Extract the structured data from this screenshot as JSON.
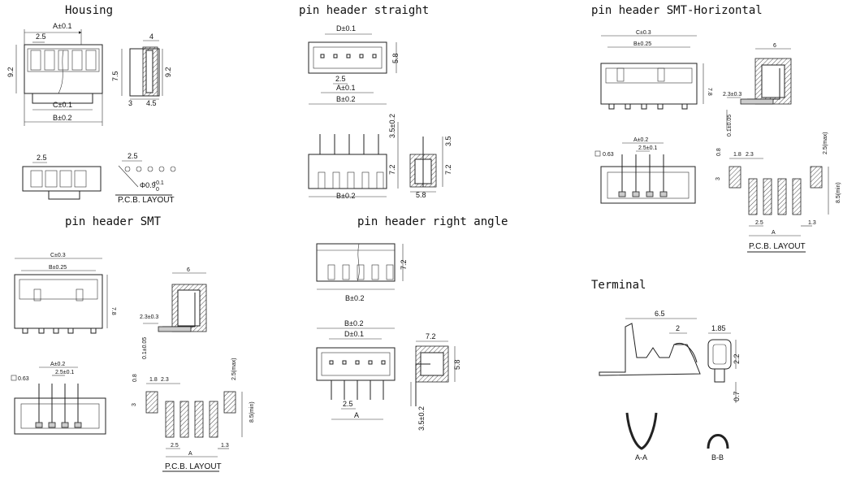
{
  "titles": {
    "housing": "Housing",
    "straight": "pin header straight",
    "smt_horizontal": "pin header SMT-Horizontal",
    "smt": "pin header SMT",
    "right_angle": "pin header right angle",
    "terminal": "Terminal"
  },
  "housing": {
    "a": "A±0.1",
    "w25": "2.5",
    "h92": "9.2",
    "c": "C±0.1",
    "b": "B±0.2",
    "s4": "4",
    "s75": "7.5",
    "s92b": "9.2",
    "s3": "3",
    "s45": "4.5",
    "b25": "2.5",
    "p25": "2.5",
    "hole": "Φ0.9",
    "tol_p": "+0.1",
    "tol_m": "0",
    "pcb": "P.C.B. LAYOUT"
  },
  "straight": {
    "d": "D±0.1",
    "h58": "5.8",
    "w25": "2.5",
    "a": "A±0.1",
    "b": "B±0.2",
    "h35": "3.5±0.2",
    "h72": "7.2",
    "b2": "B±0.2",
    "s35": "3.5",
    "s72": "7.2",
    "s58": "5.8"
  },
  "smth": {
    "c": "C±0.3",
    "b": "B±0.25",
    "h78": "7.8",
    "s6": "6",
    "s23": "2.3±0.3",
    "s01": "0.1±0.05",
    "a": "A±0.2",
    "p25": "2.5±0.1",
    "s063": "0.63",
    "s08": "0.8",
    "s18": "1.8",
    "s23b": "2.3",
    "s3": "3",
    "s25max": "2.5(max)",
    "s85": "8.5(min)",
    "s25": "2.5",
    "s13": "1.3",
    "A": "A",
    "pcb": "P.C.B. LAYOUT"
  },
  "smt": {
    "c": "C±0.3",
    "b": "B±0.25",
    "h78": "7.8",
    "s6": "6",
    "s23": "2.3±0.3",
    "s01": "0.1±0.05",
    "a": "A±0.2",
    "p25": "2.5±0.1",
    "s063": "0.63",
    "s08": "0.8",
    "s18": "1.8",
    "s23b": "2.3",
    "s3": "3",
    "s25max": "2.5(max)",
    "s85": "8.5(min)",
    "s25": "2.5",
    "s13": "1.3",
    "A": "A",
    "pcb": "P.C.B. LAYOUT"
  },
  "ra": {
    "h72": "7.2",
    "b": "B±0.2",
    "b2": "B±0.2",
    "d": "D±0.1",
    "s72": "7.2",
    "s58": "5.8",
    "w25": "2.5",
    "A": "A",
    "s35": "3.5±0.2"
  },
  "terminal": {
    "s65": "6.5",
    "s2": "2",
    "s185": "1.85",
    "s22": "2.2",
    "s07": "0.7",
    "aa": "A-A",
    "bb": "B-B"
  }
}
